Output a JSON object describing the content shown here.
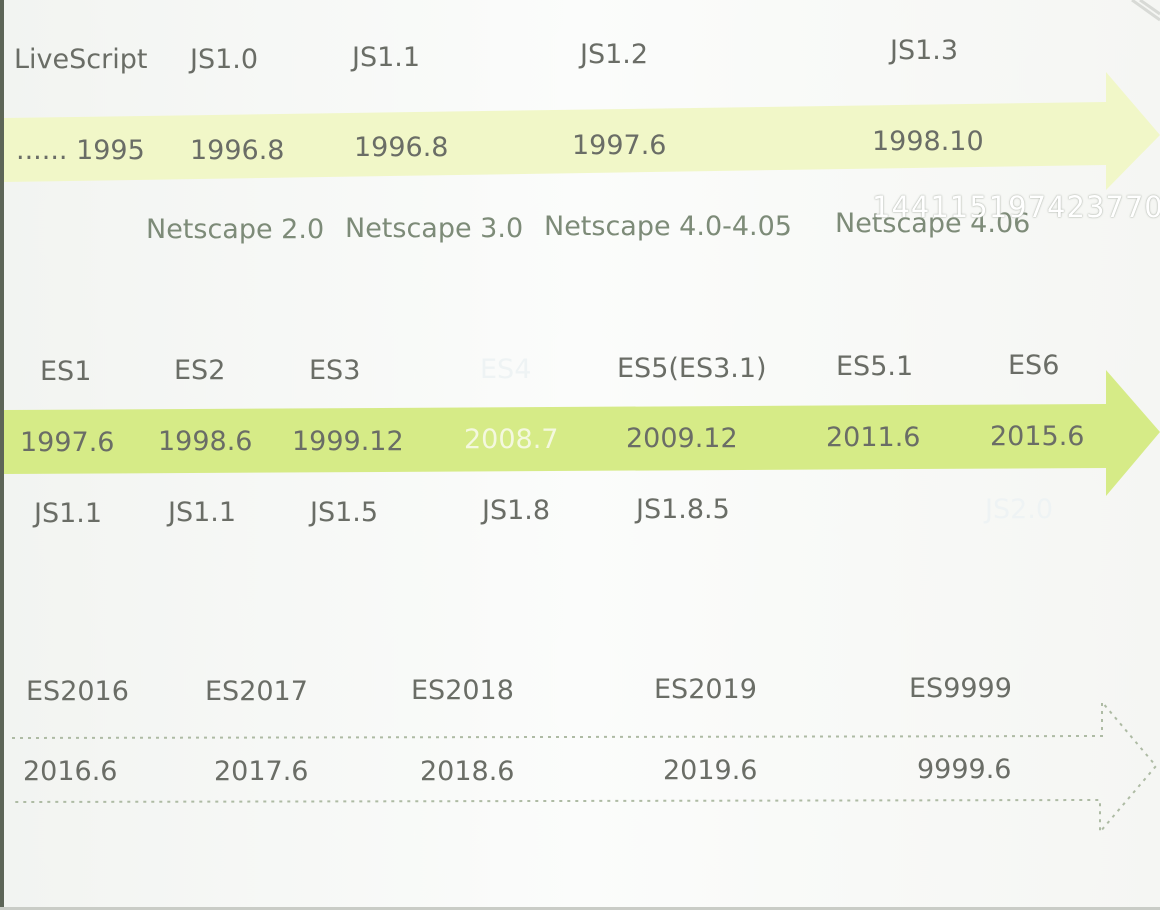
{
  "row1": {
    "top_labels": [
      "LiveScript",
      "JS1.0",
      "JS1.1",
      "JS1.2",
      "JS1.3"
    ],
    "dates": [
      "...... 1995",
      "1996.8",
      "1996.8",
      "1997.6",
      "1998.10"
    ],
    "browsers": [
      "Netscape 2.0",
      "Netscape 3.0",
      "Netscape 4.0-4.05",
      "Netscape 4.06"
    ]
  },
  "row2": {
    "top_labels": [
      "ES1",
      "ES2",
      "ES3",
      "ES4",
      "ES5(ES3.1)",
      "ES5.1",
      "ES6"
    ],
    "dates": [
      "1997.6",
      "1998.6",
      "1999.12",
      "2008.7",
      "2009.12",
      "2011.6",
      "2015.6"
    ],
    "bottom_labels": [
      "JS1.1",
      "JS1.1",
      "JS1.5",
      "JS1.8",
      "JS1.8.5",
      "JS2.0"
    ]
  },
  "row3": {
    "top_labels": [
      "ES2016",
      "ES2017",
      "ES2018",
      "ES2019",
      "ES9999"
    ],
    "dates": [
      "2016.6",
      "2017.6",
      "2018.6",
      "2019.6",
      "9999.6"
    ]
  },
  "watermark": "144115197423770",
  "colors": {
    "arrow1": "#f1f7c8",
    "arrow2": "#d6eb87",
    "arrow3_outline": "#aebba4",
    "text": "#6a6d66"
  }
}
